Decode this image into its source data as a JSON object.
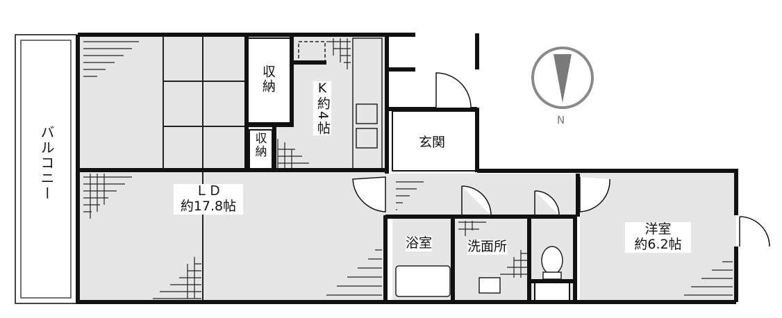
{
  "balcony": {
    "label": "バルコニー"
  },
  "storage_upper": {
    "label": "収納"
  },
  "storage_lower": {
    "label": "収納"
  },
  "kitchen": {
    "name": "K",
    "size": "約4帖"
  },
  "entrance": {
    "label": "玄関"
  },
  "living_dining": {
    "name": "ＬＤ",
    "size": "約17.8帖"
  },
  "bathroom": {
    "label": "浴室"
  },
  "washroom": {
    "label": "洗面所"
  },
  "western_room": {
    "name": "洋室",
    "size": "約6.2帖"
  },
  "compass": {
    "label": "N",
    "color": "#8a8a8a"
  },
  "colors": {
    "wall": "#111111",
    "floor": "#e6e6e6",
    "white": "#ffffff"
  }
}
